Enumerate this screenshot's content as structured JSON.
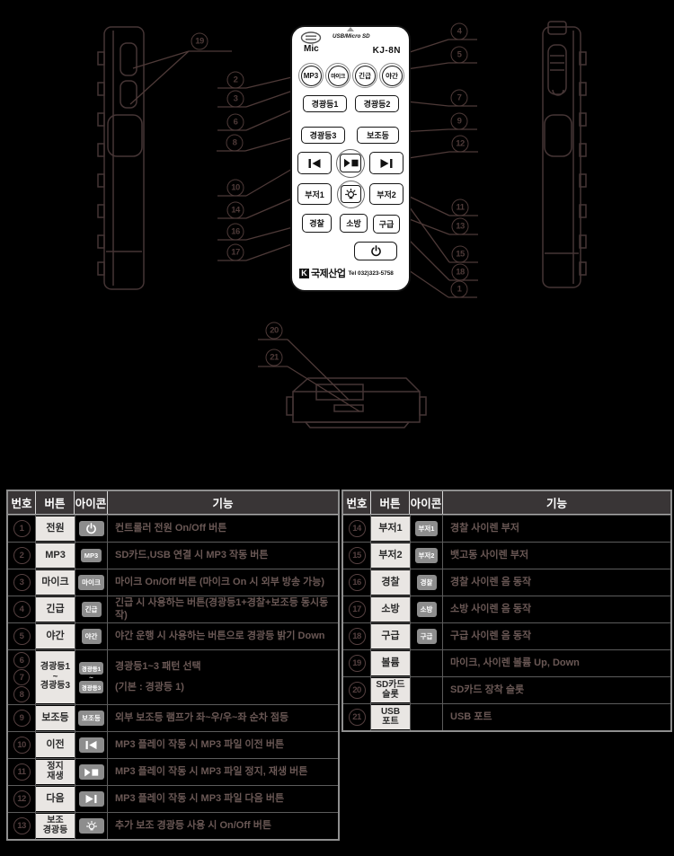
{
  "page": {
    "background": "#000000"
  },
  "colors": {
    "callout": "#4e3a38",
    "line_art": "#453535",
    "table_header_bg": "#393536",
    "icon_chip_bg": "#8d8d8d",
    "button_column_bg": "#e9e6e3",
    "function_text": "#6a5855",
    "remote_body": "#ffffff"
  },
  "remote": {
    "model": "KJ-8N",
    "mic_label": "Mic",
    "usb_label": "USB/Micro SD",
    "brand_k": "K",
    "brand": "국제산업",
    "tel": "Tel 032)323-5758",
    "buttons": {
      "mp3": "MP3",
      "mic": "마이크",
      "emergency": "긴급",
      "night": "야간",
      "warn1": "경광등1",
      "warn2": "경광등2",
      "warn3": "경광등3",
      "aux": "보조등",
      "buzzer1": "부저1",
      "buzzer2": "부저2",
      "police": "경찰",
      "fire": "소방",
      "ambulance": "구급"
    }
  },
  "callouts": {
    "side": [
      "19"
    ],
    "left": [
      "2",
      "3",
      "6",
      "8",
      "10",
      "14",
      "16",
      "17"
    ],
    "right": [
      "4",
      "5",
      "7",
      "9",
      "12",
      "11",
      "13",
      "15",
      "18",
      "1"
    ],
    "bottom": [
      "20",
      "21"
    ]
  },
  "tables": {
    "headers": [
      "번호",
      "버튼",
      "아이콘",
      "기능"
    ],
    "left": [
      {
        "nums": [
          "1"
        ],
        "btn": [
          "전원"
        ],
        "icon": {
          "kind": "power"
        },
        "func": [
          "컨트롤러 전원 On/Off 버튼"
        ]
      },
      {
        "nums": [
          "2"
        ],
        "btn": [
          "MP3"
        ],
        "icon": {
          "kind": "chip",
          "label": "MP3"
        },
        "func": [
          "SD카드,USB 연결 시 MP3 작동 버튼"
        ]
      },
      {
        "nums": [
          "3"
        ],
        "btn": [
          "마이크"
        ],
        "icon": {
          "kind": "chip",
          "label": "마이크"
        },
        "func": [
          "마이크 On/Off 버튼 (마이크 On 시 외부 방송 가능)"
        ]
      },
      {
        "nums": [
          "4"
        ],
        "btn": [
          "긴급"
        ],
        "icon": {
          "kind": "chip",
          "label": "긴급"
        },
        "func": [
          "긴급 시 사용하는 버튼(경광등1+경찰+보조등 동시동작)"
        ]
      },
      {
        "nums": [
          "5"
        ],
        "btn": [
          "야간"
        ],
        "icon": {
          "kind": "chip",
          "label": "야간"
        },
        "func": [
          "야간 운행 시 사용하는 버튼으로 경광등 밝기 Down"
        ]
      },
      {
        "nums": [
          "6",
          "7",
          "8"
        ],
        "btn": [
          "경광등1",
          "~",
          "경광등3"
        ],
        "icon": {
          "kind": "chip-stack",
          "labels": [
            "경광등1",
            "~",
            "경광등3"
          ]
        },
        "func": [
          "경광등1~3 패턴 선택",
          "",
          "(기본 : 경광등 1)"
        ],
        "tall": true
      },
      {
        "nums": [
          "9"
        ],
        "btn": [
          "보조등"
        ],
        "icon": {
          "kind": "chip",
          "label": "보조등"
        },
        "func": [
          "외부 보조등 램프가 좌~우/우~좌 순차 점등"
        ]
      },
      {
        "nums": [
          "10"
        ],
        "btn": [
          "이전"
        ],
        "icon": {
          "kind": "prev"
        },
        "func": [
          "MP3 플레이 작동 시 MP3 파일 이전 버튼"
        ]
      },
      {
        "nums": [
          "11"
        ],
        "btn": [
          "정지",
          "재생"
        ],
        "icon": {
          "kind": "playstop"
        },
        "func": [
          "MP3 플레이 작동 시 MP3 파일 정지, 재생 버튼"
        ]
      },
      {
        "nums": [
          "12"
        ],
        "btn": [
          "다음"
        ],
        "icon": {
          "kind": "next"
        },
        "func": [
          "MP3 플레이 작동 시 MP3 파일 다음 버튼"
        ]
      },
      {
        "nums": [
          "13"
        ],
        "btn": [
          "보조",
          "경광등"
        ],
        "icon": {
          "kind": "lamp"
        },
        "func": [
          "추가 보조 경광등 사용 시 On/Off 버튼"
        ]
      }
    ],
    "right": [
      {
        "nums": [
          "14"
        ],
        "btn": [
          "부저1"
        ],
        "icon": {
          "kind": "chip",
          "label": "부저1"
        },
        "func": [
          "경찰 사이렌 부저"
        ]
      },
      {
        "nums": [
          "15"
        ],
        "btn": [
          "부저2"
        ],
        "icon": {
          "kind": "chip",
          "label": "부저2"
        },
        "func": [
          "뱃고동 사이렌 부저"
        ]
      },
      {
        "nums": [
          "16"
        ],
        "btn": [
          "경찰"
        ],
        "icon": {
          "kind": "chip",
          "label": "경찰"
        },
        "func": [
          "경찰 사이렌 음 동작"
        ]
      },
      {
        "nums": [
          "17"
        ],
        "btn": [
          "소방"
        ],
        "icon": {
          "kind": "chip",
          "label": "소방"
        },
        "func": [
          "소방 사이렌 음 동작"
        ]
      },
      {
        "nums": [
          "18"
        ],
        "btn": [
          "구급"
        ],
        "icon": {
          "kind": "chip",
          "label": "구급"
        },
        "func": [
          "구급 사이렌 음 동작"
        ]
      },
      {
        "nums": [
          "19"
        ],
        "btn": [
          "볼륨"
        ],
        "icon": {
          "kind": "none"
        },
        "func": [
          "마이크, 사이렌 볼륨 Up, Down"
        ]
      },
      {
        "nums": [
          "20"
        ],
        "btn": [
          "SD카드",
          "슬롯"
        ],
        "icon": {
          "kind": "none"
        },
        "func": [
          "SD카드 장착 슬롯"
        ]
      },
      {
        "nums": [
          "21"
        ],
        "btn": [
          "USB",
          "포트"
        ],
        "icon": {
          "kind": "none"
        },
        "func": [
          "USB 포트"
        ]
      }
    ]
  }
}
